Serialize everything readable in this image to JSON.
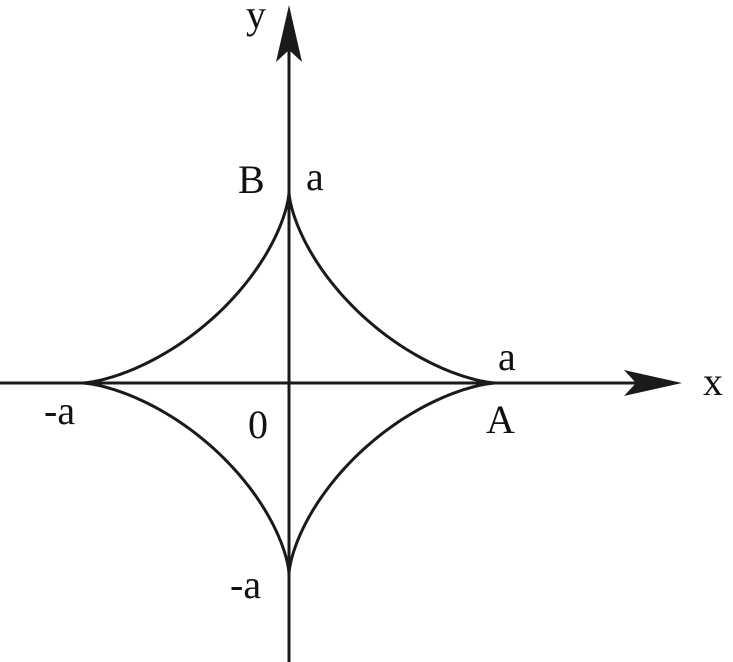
{
  "diagram": {
    "curve": "astroid",
    "stroke_color": "#1a1a1a",
    "background": "#ffffff",
    "labels": {
      "y_axis": "y",
      "x_axis": "x",
      "point_b": "B",
      "b_value": "a",
      "a_value": "a",
      "point_a": "A",
      "neg_x": "-a",
      "origin": "0",
      "neg_y": "-a"
    }
  }
}
